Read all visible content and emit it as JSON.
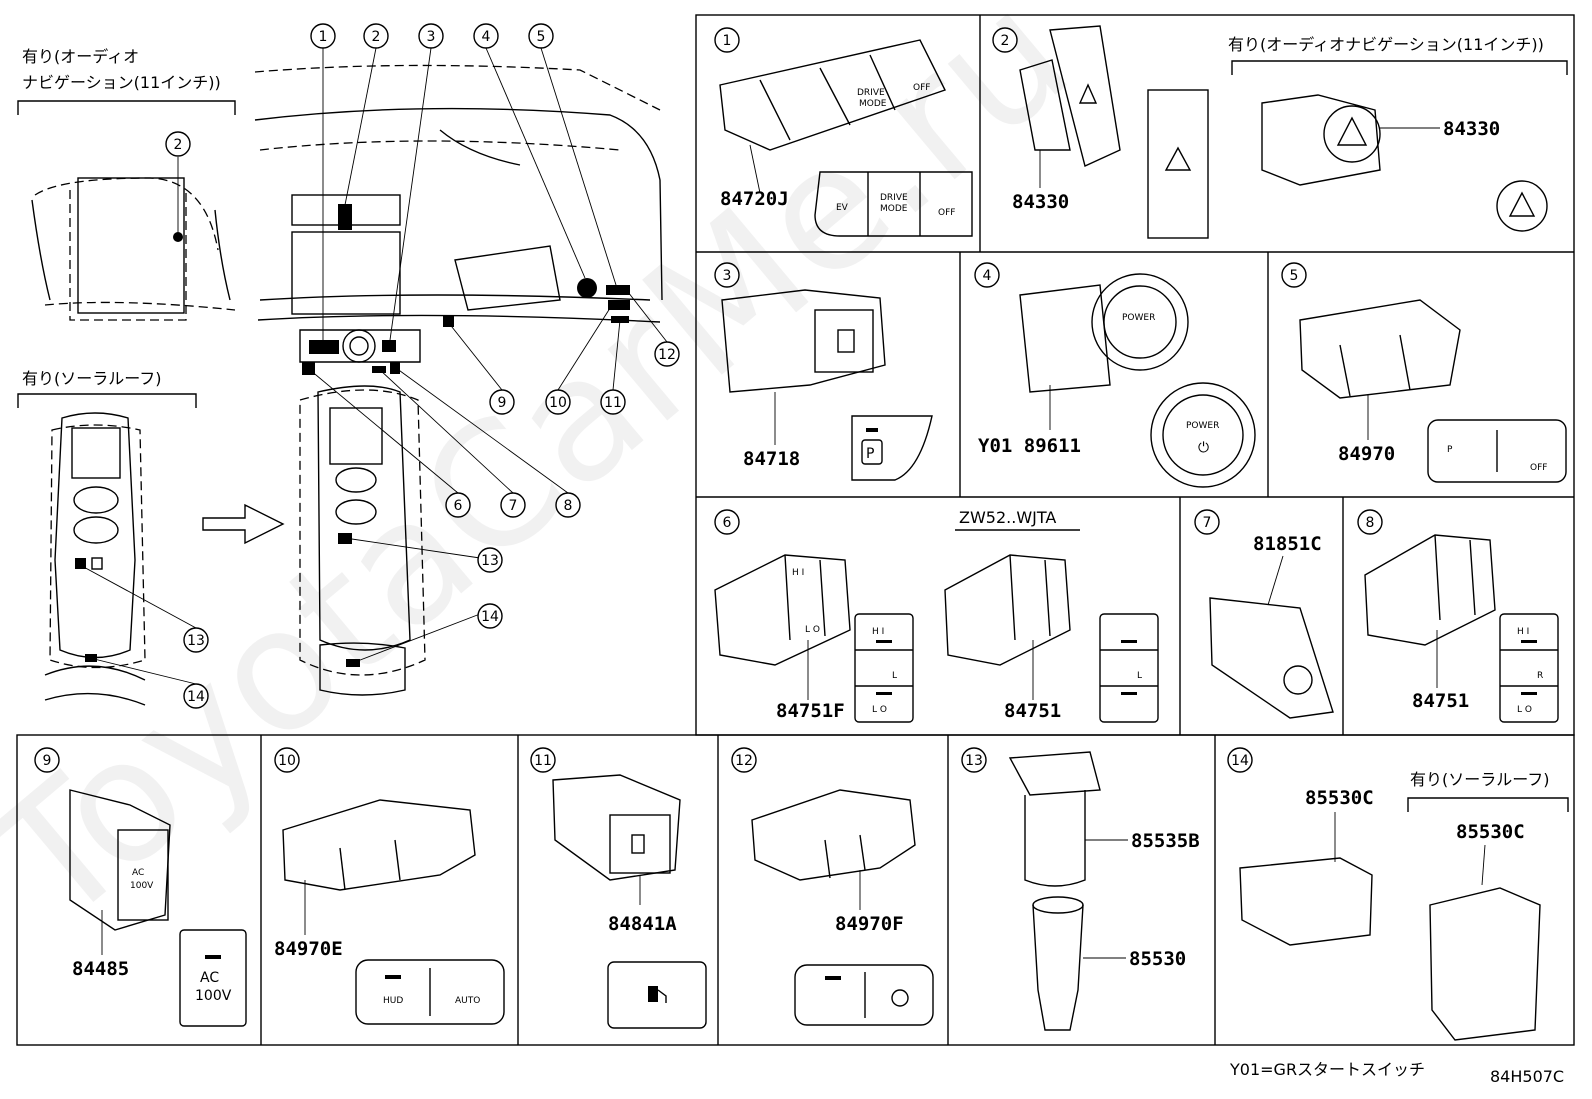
{
  "left": {
    "audio_note_l1": "有り(オーディオ",
    "audio_note_l2": "ナビゲーション(11インチ))",
    "solar_note": "有り(ソーラルーフ)",
    "callouts": [
      "1",
      "2",
      "3",
      "4",
      "5",
      "6",
      "7",
      "8",
      "9",
      "10",
      "11",
      "12",
      "13",
      "14"
    ]
  },
  "panels": {
    "p1": {
      "num": "1",
      "part": "84720J",
      "labels": [
        "DRIVE",
        "MODE",
        "OFF",
        "EV"
      ]
    },
    "p2": {
      "num": "2",
      "part_a": "84330",
      "part_b": "84330",
      "note": "有り(オーディオナビゲーション(11インチ))"
    },
    "p3": {
      "num": "3",
      "part": "84718",
      "icon": "P"
    },
    "p4": {
      "num": "4",
      "part": "Y01 89611",
      "btn": "POWER"
    },
    "p5": {
      "num": "5",
      "part": "84970",
      "labels": [
        "P",
        "OFF"
      ]
    },
    "p6": {
      "num": "6",
      "part_a": "84751F",
      "part_b": "84751",
      "note": "ZW52..WJTA",
      "labels": [
        "H I",
        "L O",
        "L"
      ]
    },
    "p7": {
      "num": "7",
      "part": "81851C"
    },
    "p8": {
      "num": "8",
      "part": "84751",
      "labels": [
        "H I",
        "L O",
        "R"
      ]
    },
    "p9": {
      "num": "9",
      "part": "84485",
      "labels": [
        "AC",
        "100V"
      ]
    },
    "p10": {
      "num": "10",
      "part": "84970E",
      "labels": [
        "HUD",
        "AUTO"
      ]
    },
    "p11": {
      "num": "11",
      "part": "84841A"
    },
    "p12": {
      "num": "12",
      "part": "84970F"
    },
    "p13": {
      "num": "13",
      "part_a": "85535B",
      "part_b": "85530"
    },
    "p14": {
      "num": "14",
      "part_a": "85530C",
      "part_b": "85530C",
      "note": "有り(ソーラルーフ)"
    }
  },
  "footer": {
    "note": "Y01=GRスタートスイッチ",
    "code": "84H507C"
  },
  "watermark": "ToyotaCarMe.ru"
}
